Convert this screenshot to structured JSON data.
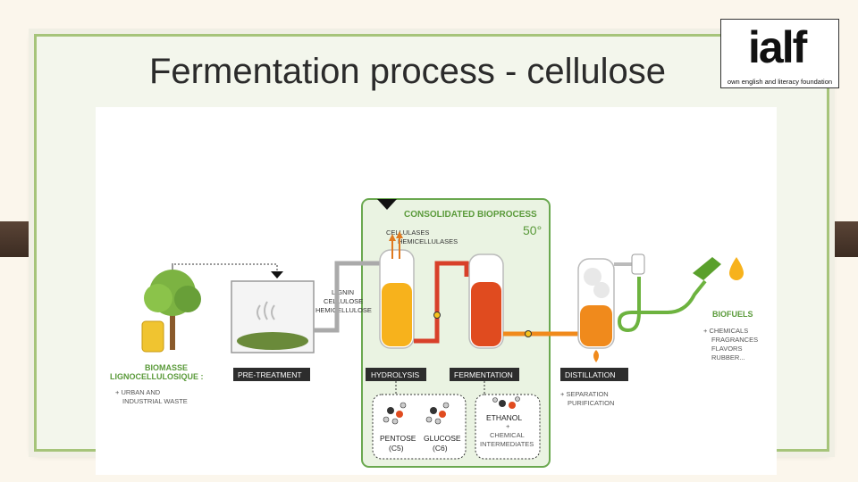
{
  "slide": {
    "title": "Fermentation process - cellulose"
  },
  "logo": {
    "letters": "ialf",
    "tagline": "own english and literacy foundation"
  },
  "diagram": {
    "process_header": "CONSOLIDATED BIOPROCESS",
    "temperature": "50°",
    "enzymes": [
      "CELLULASES",
      "HEMICELLULASES"
    ],
    "components": [
      "LIGNIN",
      "CELLULOSE",
      "HEMICELLULOSE"
    ],
    "stages": {
      "biomass": [
        "BIOMASSE",
        "LIGNOCELLULOSIQUE :"
      ],
      "pretreatment": "PRE-TREATMENT",
      "hydrolysis": "HYDROLYSIS",
      "fermentation": "FERMENTATION",
      "distillation": "DISTILLATION",
      "biofuels": "BIOFUELS"
    },
    "biomass_note": [
      "+ URBAN AND",
      "INDUSTRIAL WASTE"
    ],
    "biofuels_note": [
      "+ CHEMICALS",
      "FRAGRANCES",
      "FLAVORS",
      "RUBBER..."
    ],
    "distillation_note": [
      "+ SEPARATION",
      "PURIFICATION"
    ],
    "sugars": {
      "pentose": [
        "PENTOSE",
        "(C5)"
      ],
      "glucose": [
        "GLUCOSE",
        "(C6)"
      ]
    },
    "ethanol": [
      "ETHANOL",
      "+",
      "CHEMICAL",
      "INTERMEDIATES"
    ]
  },
  "colors": {
    "frame_border": "#a6c47a",
    "process_green": "#6aa84f",
    "label_dark": "#2d2d2d",
    "yellow_liquid": "#f7b21c",
    "red_liquid": "#e04b1f",
    "orange_liquid": "#f08a1c",
    "biofuel_green": "#6db33f"
  }
}
